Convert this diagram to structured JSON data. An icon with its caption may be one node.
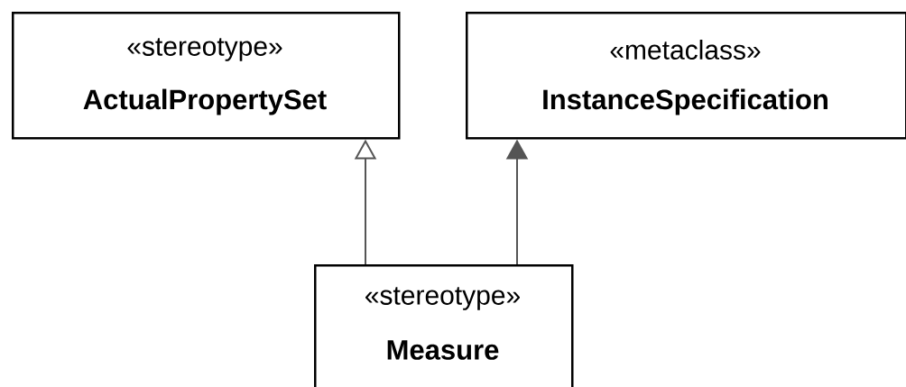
{
  "diagram": {
    "nodes": [
      {
        "text": [
          "«stereotype»",
          "ActualPropertySet"
        ]
      },
      {
        "text": [
          "«metaclass»",
          "InstanceSpecification"
        ]
      },
      {
        "text": [
          "«stereotype»",
          "Measure"
        ]
      }
    ],
    "edges": [
      {
        "from": 2,
        "to": 0,
        "arrow": "to"
      },
      {
        "from": 2,
        "to": 1,
        "arrow": "to"
      }
    ]
  }
}
